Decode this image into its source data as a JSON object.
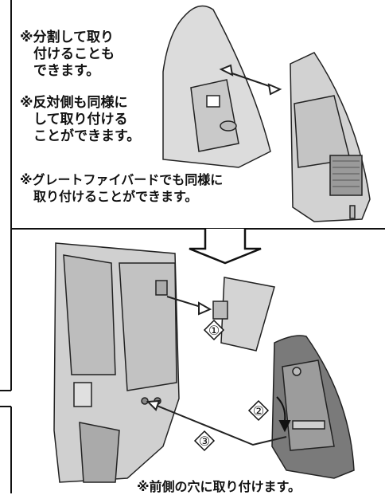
{
  "notes": {
    "note1": [
      "※分割して取り",
      "付けることも",
      "できます。"
    ],
    "note2": [
      "※反対側も同様に",
      "して取り付ける",
      "ことができます。"
    ],
    "note3": [
      "※グレートファイバードでも同様に",
      "取り付けることができます。"
    ]
  },
  "steps": {
    "step1": "①",
    "step2": "②",
    "step3": "③"
  },
  "bottom_note": "※前側の穴に取り付けます。",
  "colors": {
    "part_light": "#d6d6d6",
    "part_mid": "#bdbdbd",
    "part_dark": "#8f8f8f",
    "line": "#222222"
  }
}
